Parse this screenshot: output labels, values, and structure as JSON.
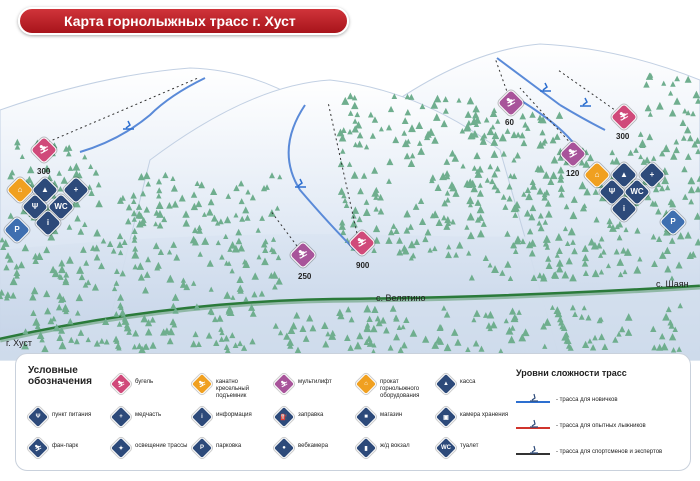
{
  "title": "Карта горнолыжных трасс г. Хуст",
  "places": {
    "khust": "г. Хуст",
    "velyatino": "с. Велятино",
    "shayan": "с. Шаян"
  },
  "lift_labels": [
    "300",
    "250",
    "900",
    "60",
    "120",
    "300"
  ],
  "legend": {
    "title": "Условные обозначения",
    "items": [
      {
        "label": "бугель",
        "icon": "ski-lift-icon"
      },
      {
        "label": "канатно кресельный подъемник",
        "icon": "chairlift-icon"
      },
      {
        "label": "мультилифт",
        "icon": "multilift-icon"
      },
      {
        "label": "прокат горнолыжного оборудования",
        "icon": "ski-rental-icon"
      },
      {
        "label": "касса",
        "icon": "ticket-office-icon"
      },
      {
        "label": "пункт питания",
        "icon": "food-icon"
      },
      {
        "label": "медчасть",
        "icon": "medical-icon"
      },
      {
        "label": "информация",
        "icon": "info-icon"
      },
      {
        "label": "заправка",
        "icon": "fuel-icon"
      },
      {
        "label": "магазин",
        "icon": "shop-icon"
      },
      {
        "label": "камера хранения",
        "icon": "storage-icon"
      },
      {
        "label": "фан-парк",
        "icon": "fun-park-icon"
      },
      {
        "label": "освещение трассы",
        "icon": "lighting-icon"
      },
      {
        "label": "парковка",
        "icon": "parking-icon"
      },
      {
        "label": "вебкамера",
        "icon": "webcam-icon"
      },
      {
        "label": "ж/д вокзал",
        "icon": "railway-station-icon"
      },
      {
        "label": "туалет",
        "icon": "toilet-icon"
      }
    ]
  },
  "difficulty": {
    "title": "Уровни сложности трасс",
    "levels": [
      {
        "label": "- трасса для новичков",
        "color": "#2d6fd0"
      },
      {
        "label": "- трасса для опытных лыжников",
        "color": "#d0342c"
      },
      {
        "label": "- трасса для спортсменов и экспертов",
        "color": "#333333"
      }
    ]
  },
  "colors": {
    "banner": "#c0242a",
    "snow": "#e8f0fa",
    "sky": "#cfdcee",
    "trees": "#6fae8e",
    "road": "#2a7a3a"
  }
}
